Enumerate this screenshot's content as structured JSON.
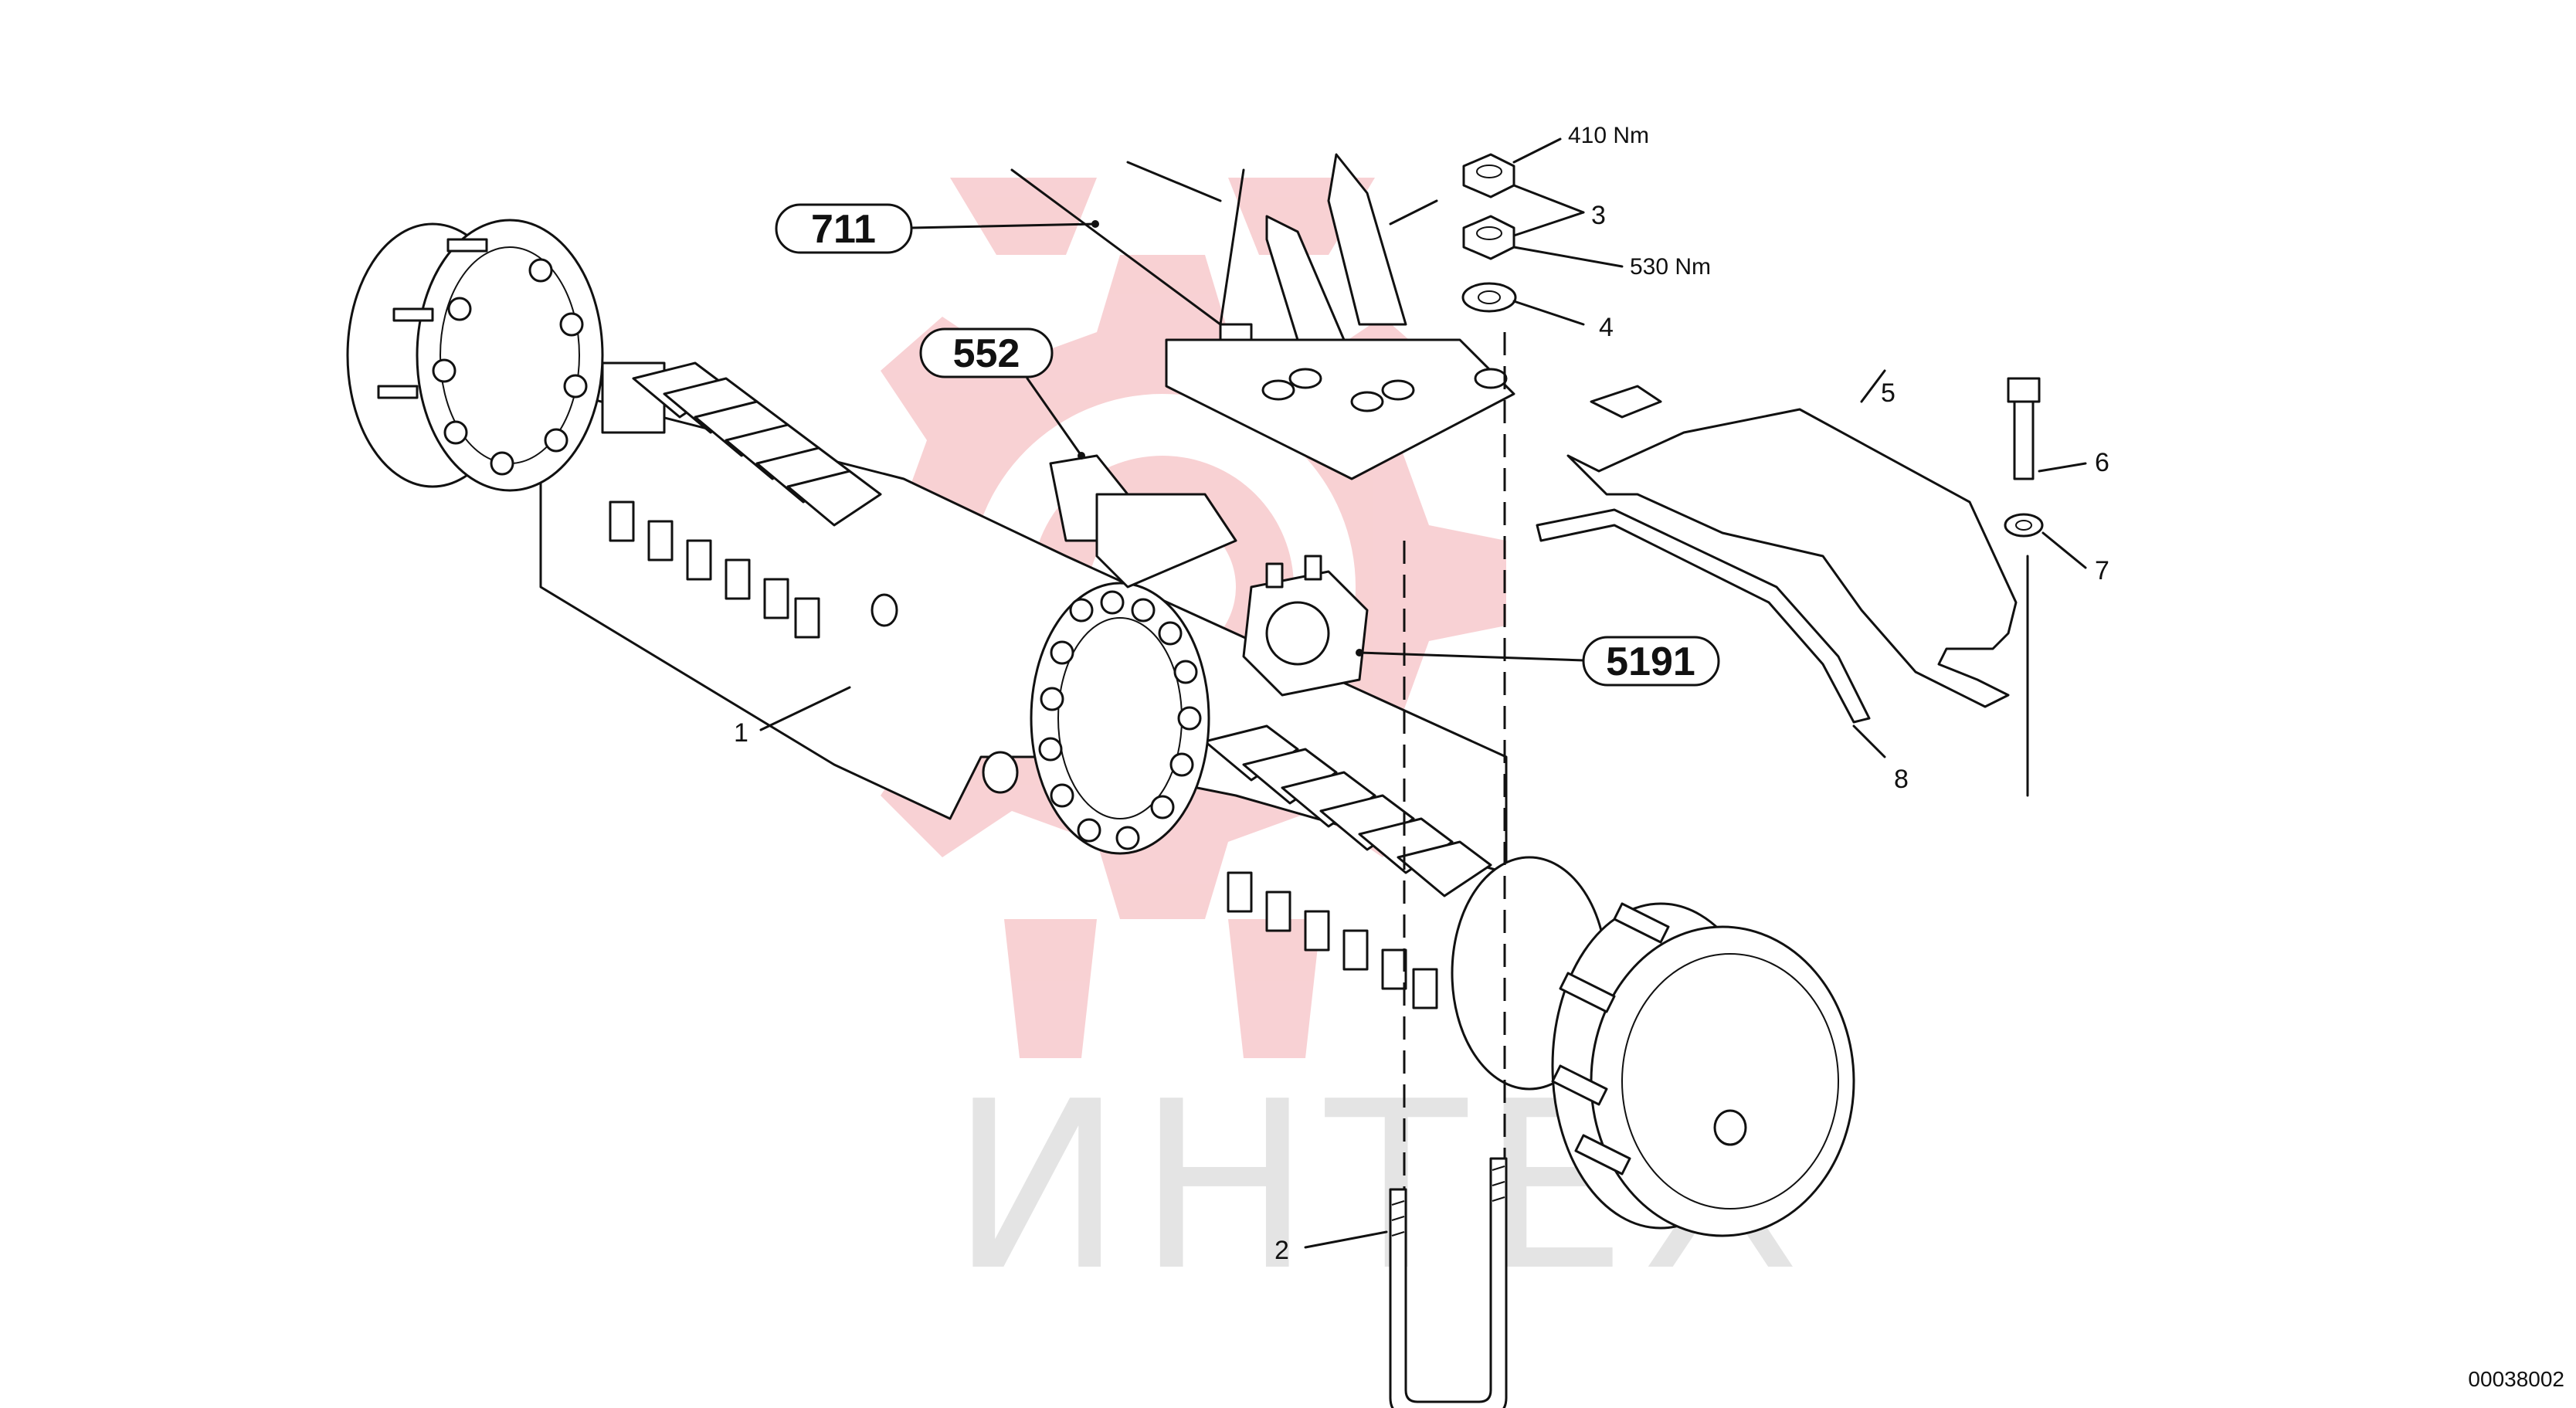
{
  "watermark": {
    "text": "ИНТЕХ",
    "color": "#e5e5e5",
    "logo_color": "#f7c9cc",
    "logo_icon": "gear-logo-icon"
  },
  "callouts": {
    "c711": "711",
    "c552": "552",
    "c5191": "5191"
  },
  "labels": {
    "n1": "1",
    "n2": "2",
    "n3": "3",
    "n4": "4",
    "n5": "5",
    "n6": "6",
    "n7": "7",
    "n8": "8"
  },
  "torques": {
    "t410": "410  Nm",
    "t530": "530  Nm"
  },
  "drawing_code": "00038002"
}
